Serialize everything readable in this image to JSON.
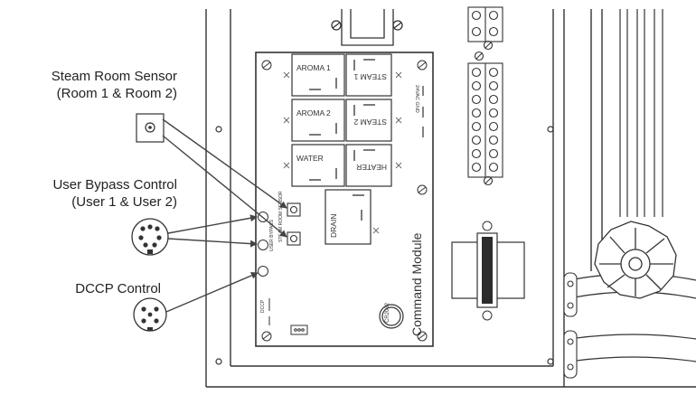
{
  "labels": {
    "steam_sensor_l1": "Steam Room Sensor",
    "steam_sensor_l2": "(Room 1 & Room 2)",
    "bypass_l1": "User Bypass Control",
    "bypass_l2": "(User 1 & User 2)",
    "dccp": "DCCP Control"
  },
  "module": {
    "title": "Command Module",
    "relays": {
      "aroma1": "AROMA 1",
      "aroma2": "AROMA 2",
      "water": "WATER",
      "steam1": "STEAM 1",
      "steam2": "STEAM 2",
      "heater": "HEATER",
      "drain": "DRAIN"
    },
    "small": {
      "steam_room_sensor": "STEAM ROOM SENSOR",
      "user_bypass": "USER BYPASS",
      "dccp": "DCCP",
      "vac": "24VAC GND",
      "battery": "CR2032"
    }
  }
}
